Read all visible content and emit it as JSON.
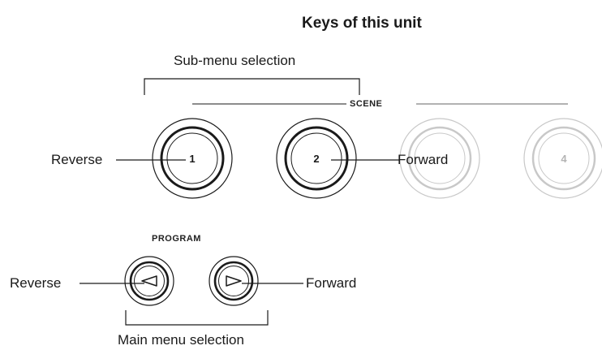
{
  "title": "Keys of this unit",
  "scene_group": {
    "label": "SCENE",
    "bracket_label": "Sub-menu selection",
    "keys": [
      {
        "label": "1",
        "state": "active"
      },
      {
        "label": "2",
        "state": "active"
      },
      {
        "label": "",
        "state": "dimmed"
      },
      {
        "label": "4",
        "state": "dimmed"
      }
    ],
    "left_callout": "Reverse",
    "right_callout": "Forward"
  },
  "program_group": {
    "label": "PROGRAM",
    "bracket_label": "Main menu selection",
    "keys": [
      {
        "icon": "triangle-left-icon"
      },
      {
        "icon": "triangle-right-icon"
      }
    ],
    "left_callout": "Reverse",
    "right_callout": "Forward"
  },
  "colors": {
    "line": "#1a1a1a",
    "dimmed": "#c8c8c8",
    "dimmed_text": "#b4b4b4"
  }
}
